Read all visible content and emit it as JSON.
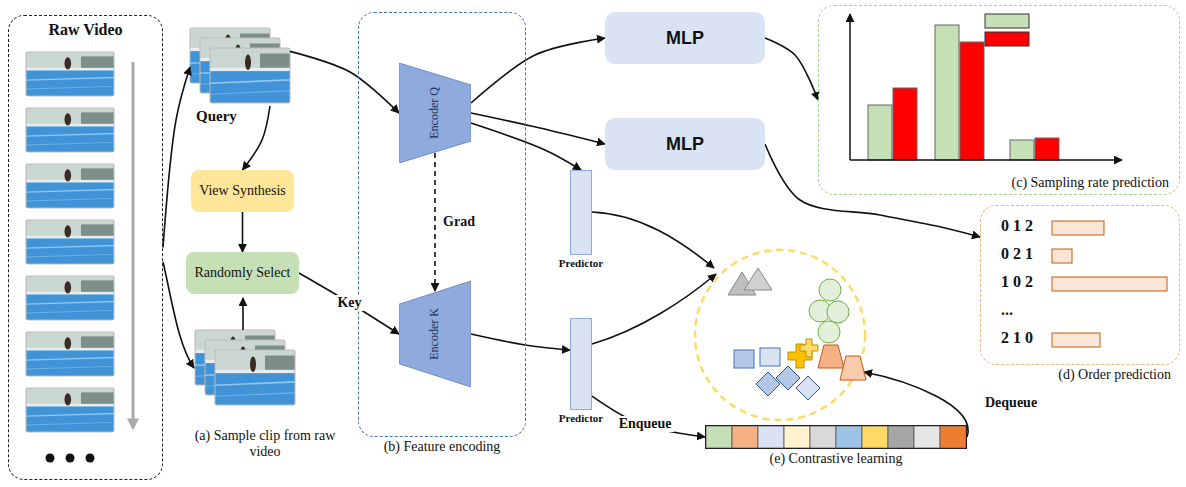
{
  "diagram": {
    "nodes": [
      {
        "text": [
          "Raw Video"
        ]
      },
      {
        "text": [
          "Query"
        ]
      },
      {
        "text": [
          "View Synthesis"
        ]
      },
      {
        "text": [
          "Randomly Select"
        ]
      },
      {
        "text": [
          "(b) Feature encoding"
        ]
      },
      {
        "text": [
          "Encoder Q"
        ],
        "in": 4
      },
      {
        "text": [
          "Encoder K"
        ],
        "in": 4
      },
      {
        "text": [
          "Predictor"
        ]
      },
      {
        "text": [
          "Predictor"
        ]
      },
      {
        "text": [
          "MLP"
        ]
      },
      {
        "text": [
          "MLP"
        ]
      },
      {
        "text": [
          "(c) Sampling rate prediction"
        ]
      },
      {
        "text": [
          "0 1 2",
          "0 2 1",
          "1 0 2",
          "...",
          "2 1 0",
          "(d) Order prediction"
        ]
      },
      {
        "text": [
          "(e) Contrastive learning"
        ]
      }
    ],
    "edges": [
      {
        "from": 0,
        "to": 1,
        "arrow": "to"
      },
      {
        "from": 1,
        "to": 2,
        "arrow": "to"
      },
      {
        "from": 2,
        "to": 3,
        "arrow": "to"
      },
      {
        "from": 3,
        "to": 6,
        "label": "Key",
        "arrow": "to"
      },
      {
        "from": 1,
        "to": 5,
        "arrow": "to"
      },
      {
        "from": 5,
        "to": 6,
        "label": "Grad",
        "arrow": "to"
      },
      {
        "from": 5,
        "to": 9,
        "arrow": "to"
      },
      {
        "from": 5,
        "to": 10,
        "arrow": "to"
      },
      {
        "from": 5,
        "to": 7,
        "arrow": "to"
      },
      {
        "from": 6,
        "to": 8,
        "arrow": "to"
      },
      {
        "from": 9,
        "to": 11,
        "arrow": "to"
      },
      {
        "from": 10,
        "to": 12,
        "arrow": "to"
      },
      {
        "from": 8,
        "to": 13,
        "label": "Enqueue",
        "arrow": "to"
      }
    ],
    "labels": [
      "(a) Sample clip from raw video",
      "Dequeue"
    ]
  }
}
